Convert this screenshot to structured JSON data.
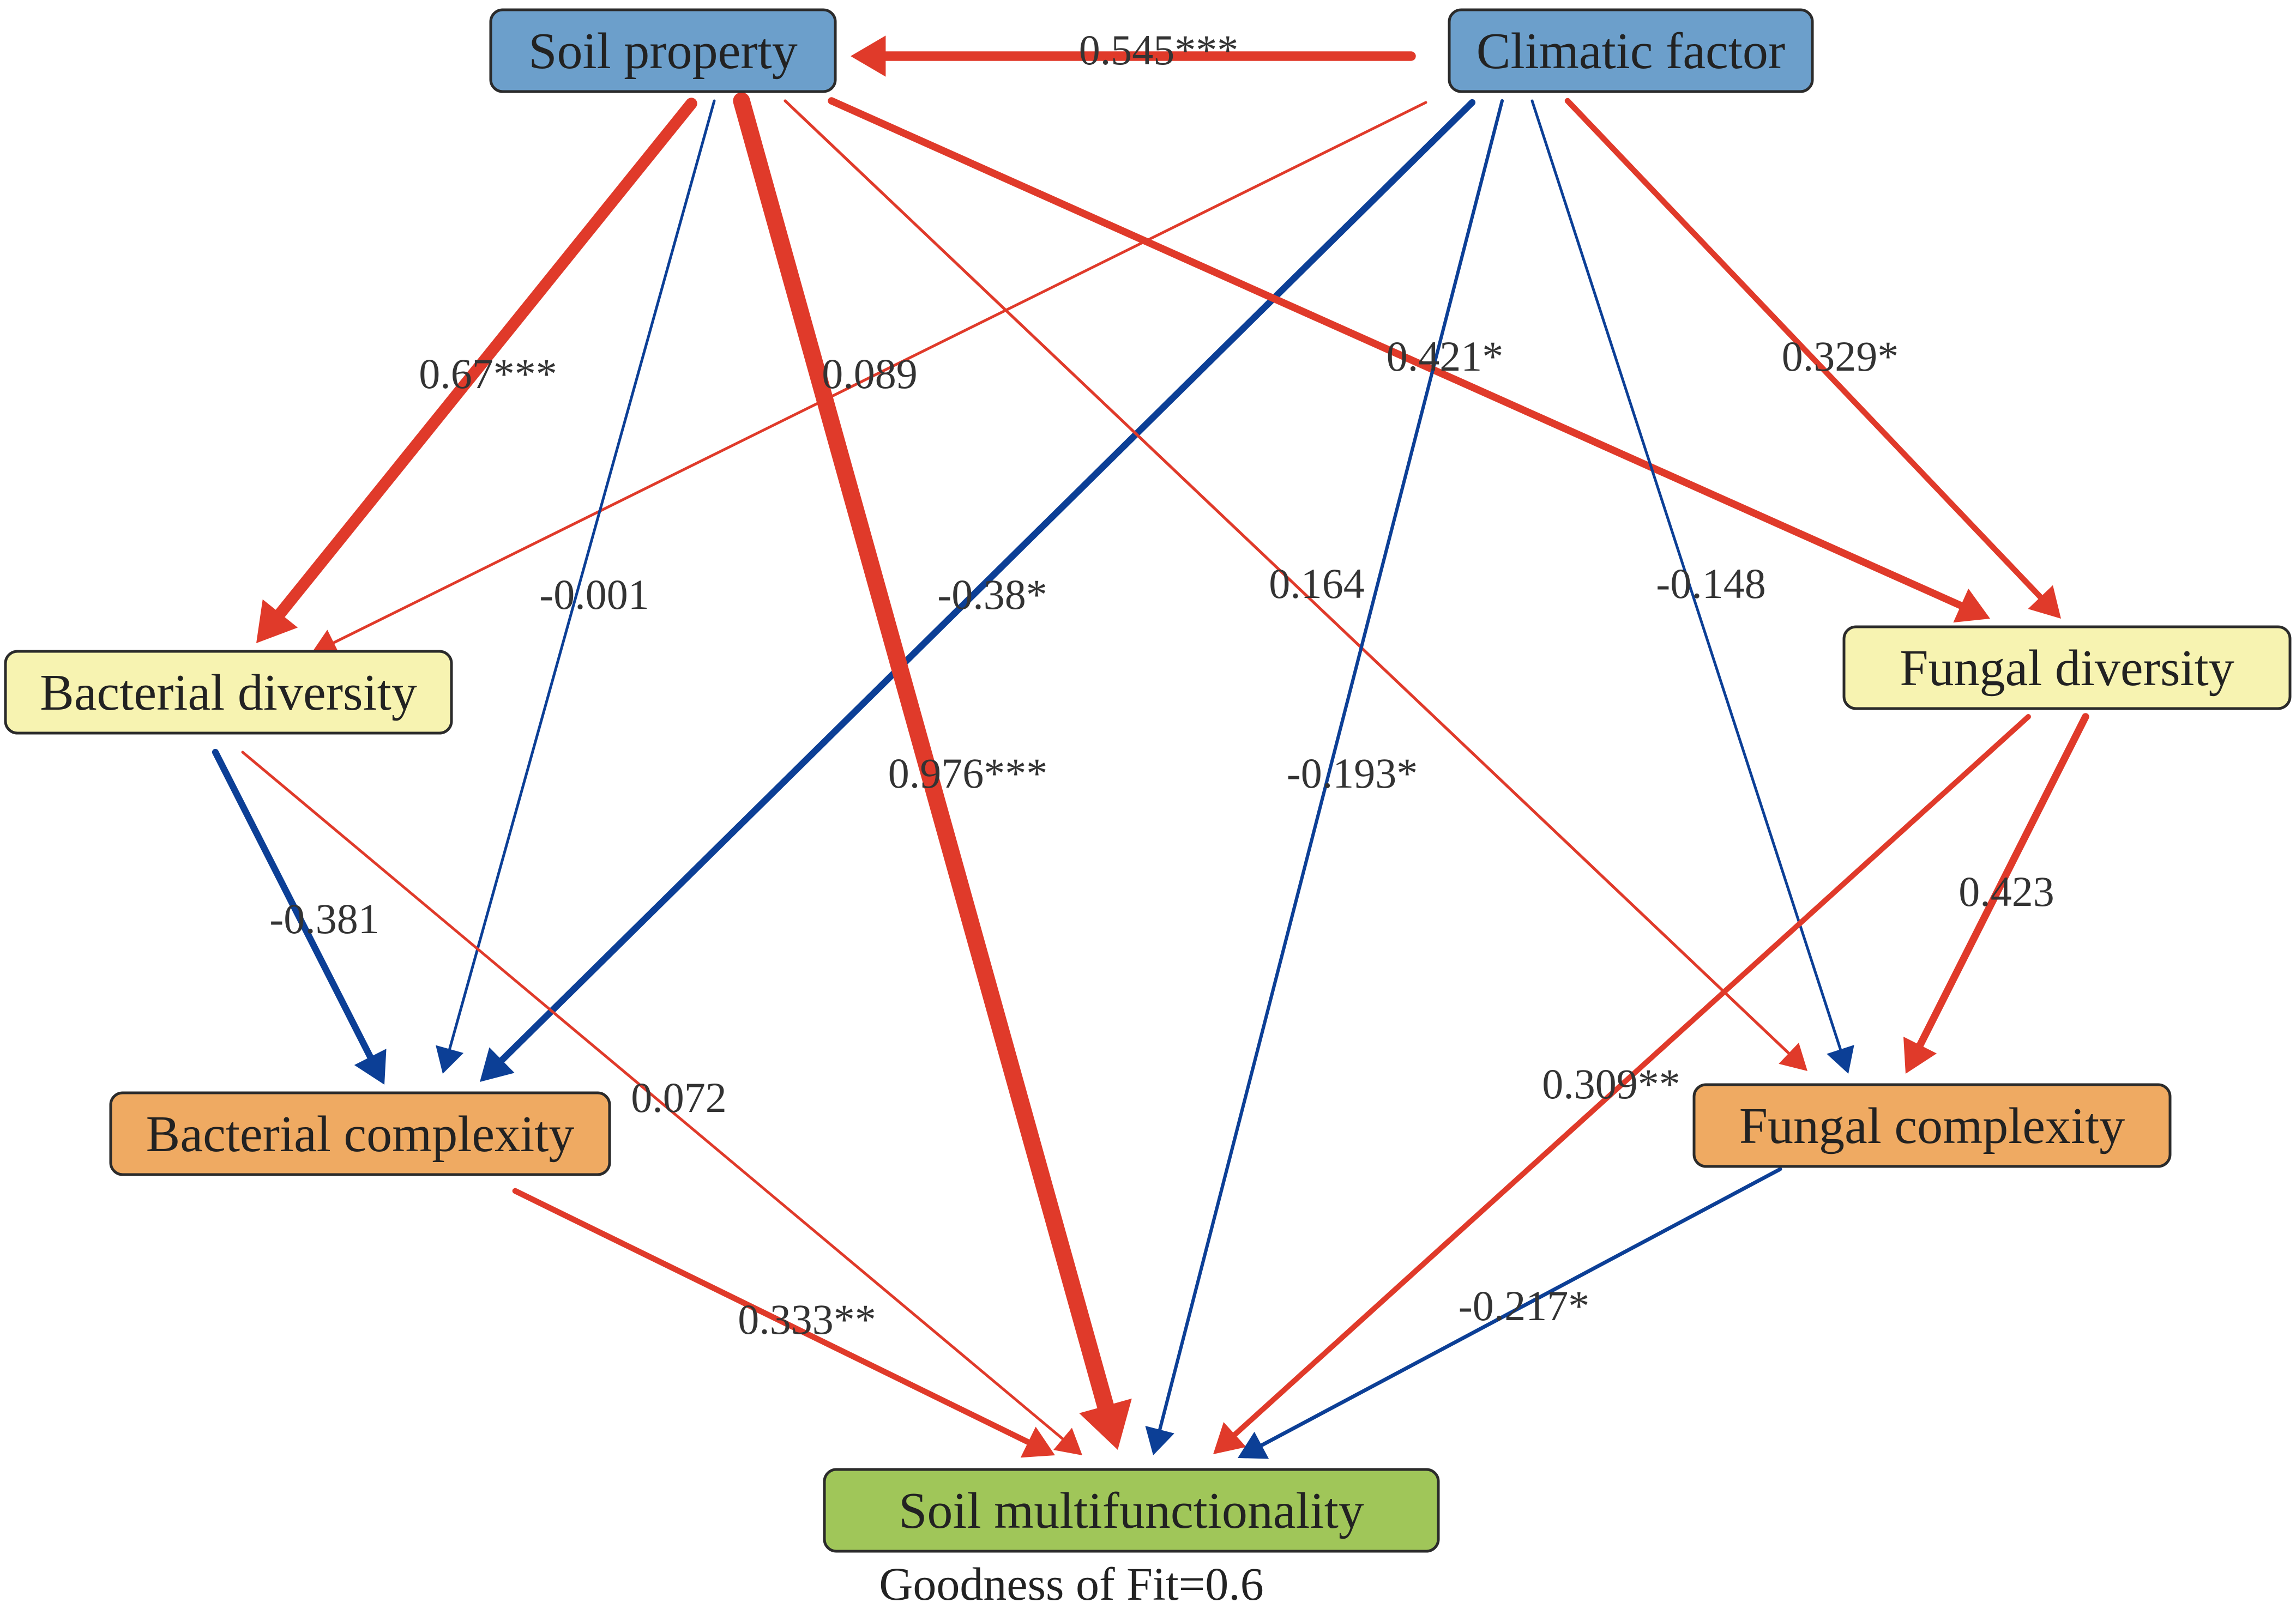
{
  "colors": {
    "positive": "#e03a2a",
    "negative": "#0c3f96"
  },
  "nodes": [
    {
      "id": "soil_property",
      "label": "Soil  property",
      "fill": "#6c9fcb"
    },
    {
      "id": "climatic_factor",
      "label": "Climatic  factor",
      "fill": "#6c9fcb"
    },
    {
      "id": "bacterial_diversity",
      "label": "Bacterial  diversity",
      "fill": "#f7f3b1"
    },
    {
      "id": "fungal_diversity",
      "label": "Fungal  diversity",
      "fill": "#f7f3b1"
    },
    {
      "id": "bacterial_complexity",
      "label": "Bacterial  complexity",
      "fill": "#efaa62"
    },
    {
      "id": "fungal_complexity",
      "label": "Fungal  complexity",
      "fill": "#efaa62"
    },
    {
      "id": "soil_multifunctionality",
      "label": "Soil  multifunctionality",
      "fill": "#a0c659"
    }
  ],
  "edges": [
    {
      "from": "climatic_factor",
      "to": "soil_property",
      "coef": 0.545,
      "label": "0.545***"
    },
    {
      "from": "soil_property",
      "to": "bacterial_diversity",
      "coef": 0.67,
      "label": "0.67***"
    },
    {
      "from": "climatic_factor",
      "to": "bacterial_diversity",
      "coef": 0.089,
      "label": "0.089"
    },
    {
      "from": "soil_property",
      "to": "bacterial_complexity",
      "coef": -0.001,
      "label": "-0.001"
    },
    {
      "from": "climatic_factor",
      "to": "bacterial_complexity",
      "coef": -0.38,
      "label": "-0.38*"
    },
    {
      "from": "soil_property",
      "to": "fungal_diversity",
      "coef": 0.421,
      "label": "0.421*"
    },
    {
      "from": "climatic_factor",
      "to": "fungal_diversity",
      "coef": 0.329,
      "label": "0.329*"
    },
    {
      "from": "soil_property",
      "to": "fungal_complexity",
      "coef": 0.164,
      "label": "0.164"
    },
    {
      "from": "climatic_factor",
      "to": "fungal_complexity",
      "coef": -0.148,
      "label": "-0.148"
    },
    {
      "from": "soil_property",
      "to": "soil_multifunctionality",
      "coef": 0.976,
      "label": "0.976***"
    },
    {
      "from": "climatic_factor",
      "to": "soil_multifunctionality",
      "coef": -0.193,
      "label": "-0.193*"
    },
    {
      "from": "bacterial_diversity",
      "to": "bacterial_complexity",
      "coef": -0.381,
      "label": "-0.381"
    },
    {
      "from": "bacterial_diversity",
      "to": "soil_multifunctionality",
      "coef": 0.072,
      "label": "0.072"
    },
    {
      "from": "fungal_diversity",
      "to": "fungal_complexity",
      "coef": 0.423,
      "label": "0.423"
    },
    {
      "from": "fungal_diversity",
      "to": "soil_multifunctionality",
      "coef": 0.309,
      "label": "0.309**"
    },
    {
      "from": "bacterial_complexity",
      "to": "soil_multifunctionality",
      "coef": 0.333,
      "label": "0.333**"
    },
    {
      "from": "fungal_complexity",
      "to": "soil_multifunctionality",
      "coef": -0.217,
      "label": "-0.217*"
    }
  ],
  "footer": {
    "fit": "Goodness of Fit=0.6"
  }
}
